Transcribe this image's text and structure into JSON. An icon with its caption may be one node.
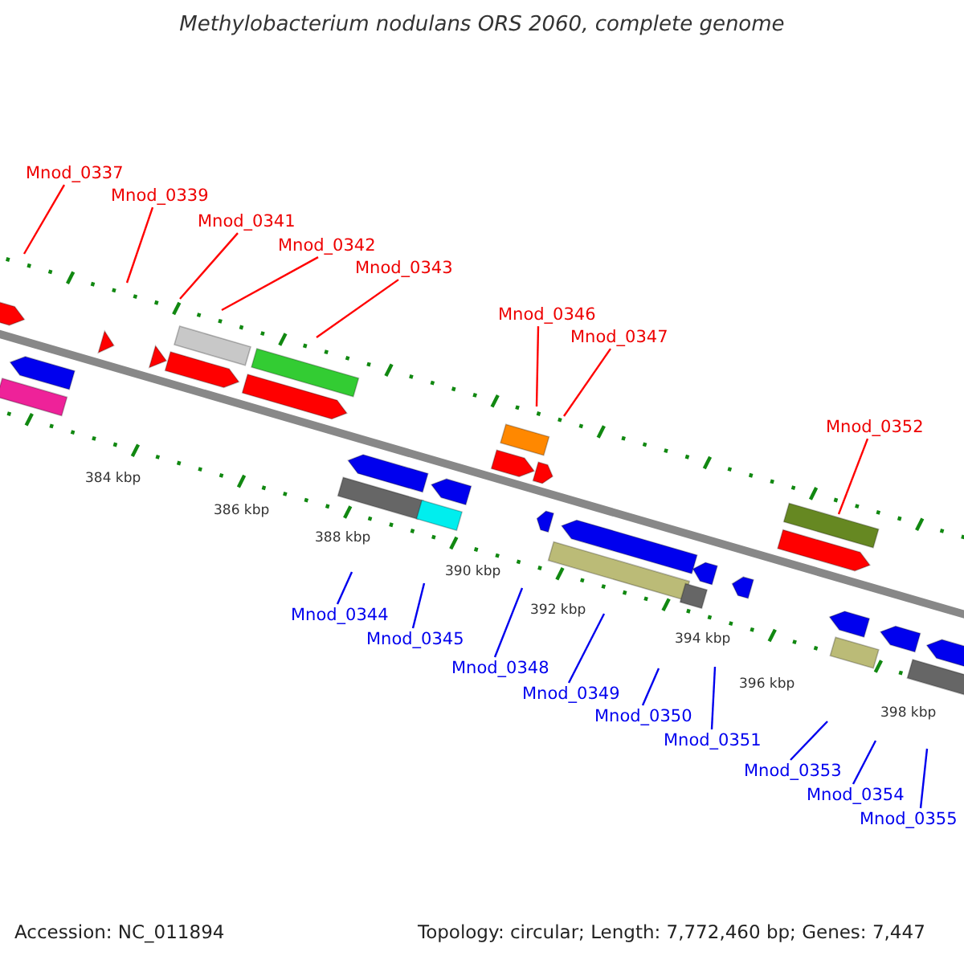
{
  "diagram": {
    "title": "Methylobacterium nodulans ORS 2060, complete genome",
    "nodes": [
      {
        "text": [
          "Mnod_0337"
        ]
      },
      {
        "text": [
          "Mnod_0339"
        ]
      },
      {
        "text": [
          "Mnod_0341"
        ]
      },
      {
        "text": [
          "Mnod_0342"
        ]
      },
      {
        "text": [
          "Mnod_0343"
        ]
      },
      {
        "text": [
          "Mnod_0346"
        ]
      },
      {
        "text": [
          "Mnod_0347"
        ]
      },
      {
        "text": [
          "Mnod_0352"
        ]
      },
      {
        "text": [
          "Mnod_0344"
        ]
      },
      {
        "text": [
          "Mnod_0345"
        ]
      },
      {
        "text": [
          "Mnod_0348"
        ]
      },
      {
        "text": [
          "Mnod_0349"
        ]
      },
      {
        "text": [
          "Mnod_0350"
        ]
      },
      {
        "text": [
          "Mnod_0351"
        ]
      },
      {
        "text": [
          "Mnod_0353"
        ]
      },
      {
        "text": [
          "Mnod_0354"
        ]
      },
      {
        "text": [
          "Mnod_0355"
        ]
      }
    ],
    "edges": [
      {
        "from": 0,
        "to": null,
        "arrow": "none",
        "color": "#ff0000"
      },
      {
        "from": 1,
        "to": null,
        "arrow": "none",
        "color": "#ff0000"
      },
      {
        "from": 2,
        "to": null,
        "arrow": "none",
        "color": "#ff0000"
      },
      {
        "from": 3,
        "to": null,
        "arrow": "none",
        "color": "#ff0000"
      },
      {
        "from": 4,
        "to": null,
        "arrow": "none",
        "color": "#ff0000"
      },
      {
        "from": 5,
        "to": null,
        "arrow": "none",
        "color": "#ff0000"
      },
      {
        "from": 6,
        "to": null,
        "arrow": "none",
        "color": "#ff0000"
      },
      {
        "from": 7,
        "to": null,
        "arrow": "none",
        "color": "#ff0000"
      },
      {
        "from": 8,
        "to": null,
        "arrow": "none"
      },
      {
        "from": 9,
        "to": null,
        "arrow": "none"
      },
      {
        "from": 10,
        "to": null,
        "arrow": "none"
      },
      {
        "from": 11,
        "to": null,
        "arrow": "none"
      },
      {
        "from": 12,
        "to": null,
        "arrow": "none"
      },
      {
        "from": 13,
        "to": null,
        "arrow": "none"
      },
      {
        "from": 14,
        "to": null,
        "arrow": "none"
      },
      {
        "from": 15,
        "to": null,
        "arrow": "none"
      },
      {
        "from": 16,
        "to": null,
        "arrow": "none"
      }
    ],
    "labels": [
      "384 kbp",
      "386 kbp",
      "388 kbp",
      "390 kbp",
      "392 kbp",
      "394 kbp",
      "396 kbp",
      "398 kbp",
      "Accession: NC_011894",
      "Topology: circular; Length: 7,772,460 bp; Genes: 7,447"
    ]
  }
}
